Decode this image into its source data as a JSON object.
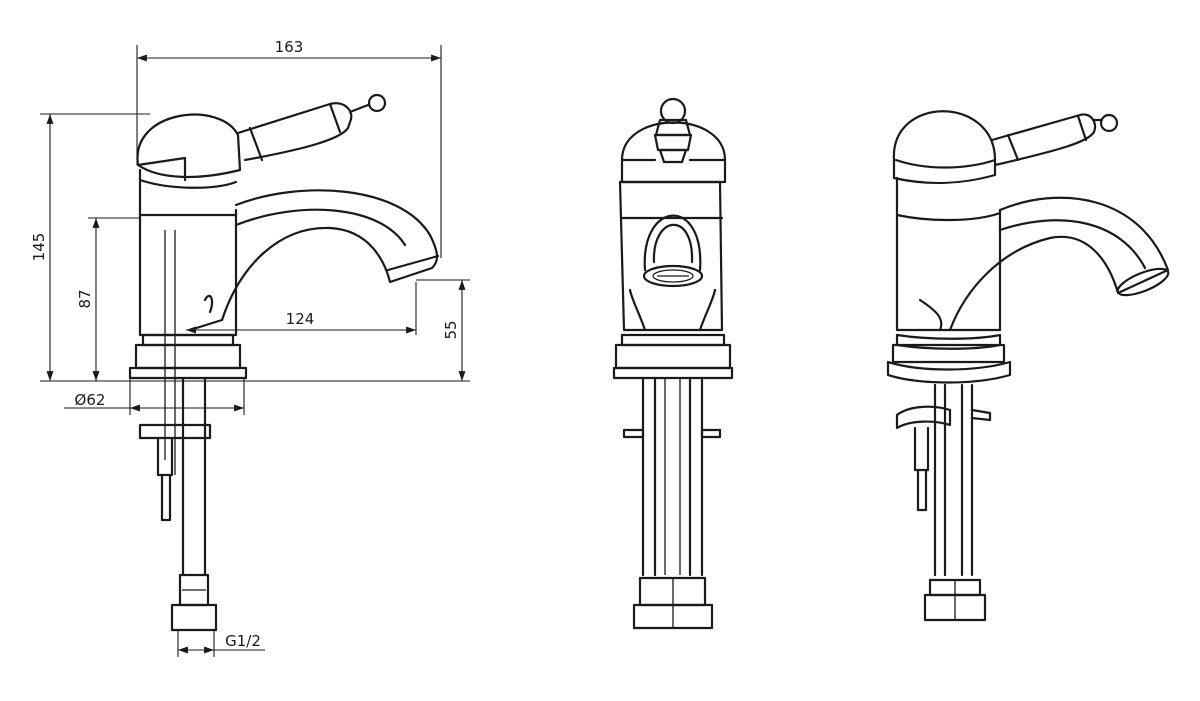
{
  "dimensions": {
    "overall_width": "163",
    "overall_height": "145",
    "spout_height": "87",
    "spout_reach": "124",
    "outlet_clearance": "55",
    "base_diameter": "Ø62",
    "connection_thread": "G1/2"
  },
  "views": [
    "side-view",
    "front-view",
    "perspective-view"
  ],
  "colors": {
    "line": "#1a1a1a",
    "background": "#ffffff"
  }
}
